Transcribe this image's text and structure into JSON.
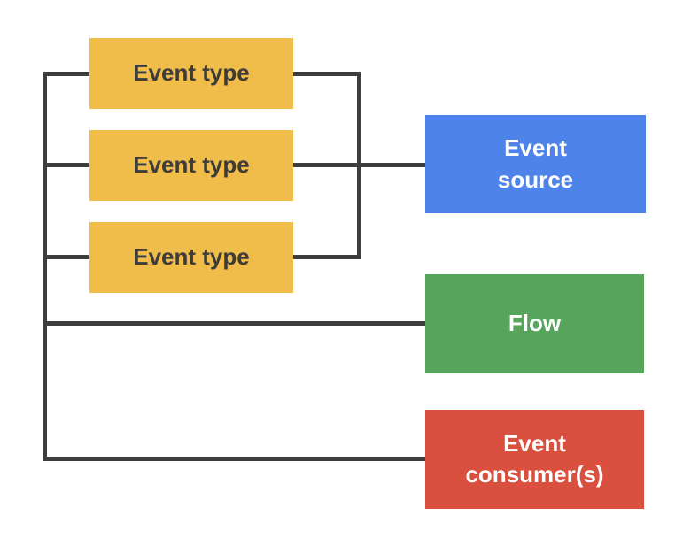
{
  "diagram": {
    "line_color": "#3e3e3e",
    "nodes": [
      {
        "id": "event-type-1",
        "label": "Event type",
        "color": "#f0bd4b",
        "text_color": "#3c3c3c"
      },
      {
        "id": "event-type-2",
        "label": "Event type",
        "color": "#f0bd4b",
        "text_color": "#3c3c3c"
      },
      {
        "id": "event-type-3",
        "label": "Event type",
        "color": "#f0bd4b",
        "text_color": "#3c3c3c"
      },
      {
        "id": "event-source",
        "label": "Event\nsource",
        "color": "#4e83ea",
        "text_color": "#ffffff"
      },
      {
        "id": "flow",
        "label": "Flow",
        "color": "#57a55c",
        "text_color": "#ffffff"
      },
      {
        "id": "event-consumers",
        "label": "Event\nconsumer(s)",
        "color": "#d9503e",
        "text_color": "#ffffff"
      }
    ],
    "connectors": {
      "left_bus": [
        "event-type-1",
        "event-type-2",
        "event-type-3",
        "flow",
        "event-consumers"
      ],
      "right_bus": [
        "event-type-1",
        "event-type-2",
        "event-type-3",
        "event-source"
      ]
    }
  }
}
